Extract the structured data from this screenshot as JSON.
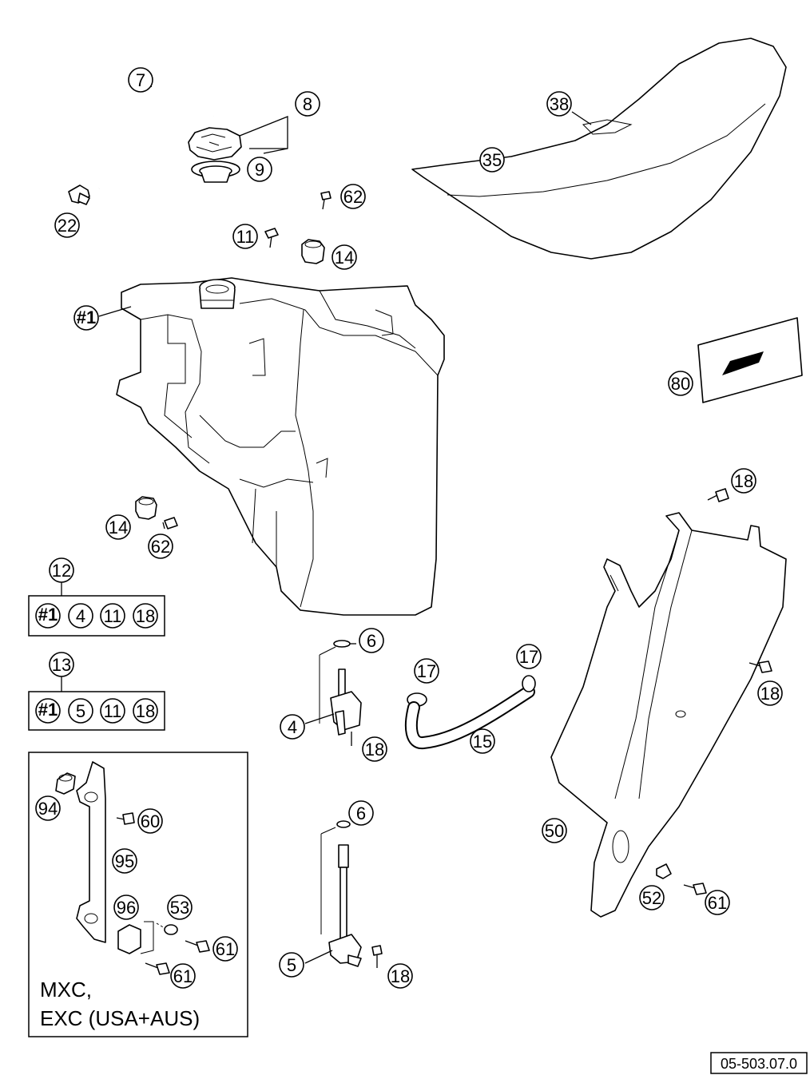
{
  "callouts": {
    "c7": "7",
    "c8": "8",
    "c9": "9",
    "c22": "22",
    "c38": "38",
    "c35": "35",
    "c11": "11",
    "c62a": "62",
    "c14a": "14",
    "c1": "#1",
    "c80": "80",
    "c14b": "14",
    "c62b": "62",
    "c18a": "18",
    "c12": "12",
    "c13": "13",
    "c6a": "6",
    "c4": "4",
    "c18b": "18",
    "c17a": "17",
    "c17b": "17",
    "c15": "15",
    "c18c": "18",
    "c6b": "6",
    "c5": "5",
    "c18d": "18",
    "c50": "50",
    "c52": "52",
    "c61a": "61",
    "c94": "94",
    "c60": "60",
    "c95": "95",
    "c96": "96",
    "c53": "53",
    "c61b": "61",
    "c61c": "61"
  },
  "kit12": {
    "items": [
      "#1",
      "4",
      "11",
      "18"
    ]
  },
  "kit13": {
    "items": [
      "#1",
      "5",
      "11",
      "18"
    ]
  },
  "inset": {
    "line1": "MXC,",
    "line2": "EXC (USA+AUS)"
  },
  "footer": {
    "code": "05-503.07.0"
  }
}
